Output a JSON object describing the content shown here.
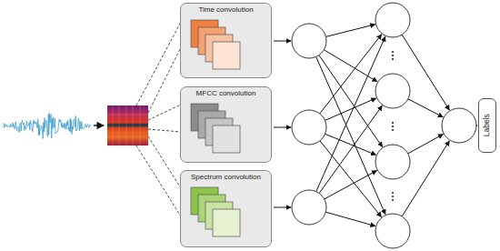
{
  "diagram": {
    "nodes": [
      {
        "text": [
          "Time convolution"
        ]
      },
      {
        "text": [
          "MFCC convolution"
        ]
      },
      {
        "text": [
          "Spectrum convolution"
        ]
      },
      {
        "text": [
          "Labels"
        ]
      }
    ]
  }
}
